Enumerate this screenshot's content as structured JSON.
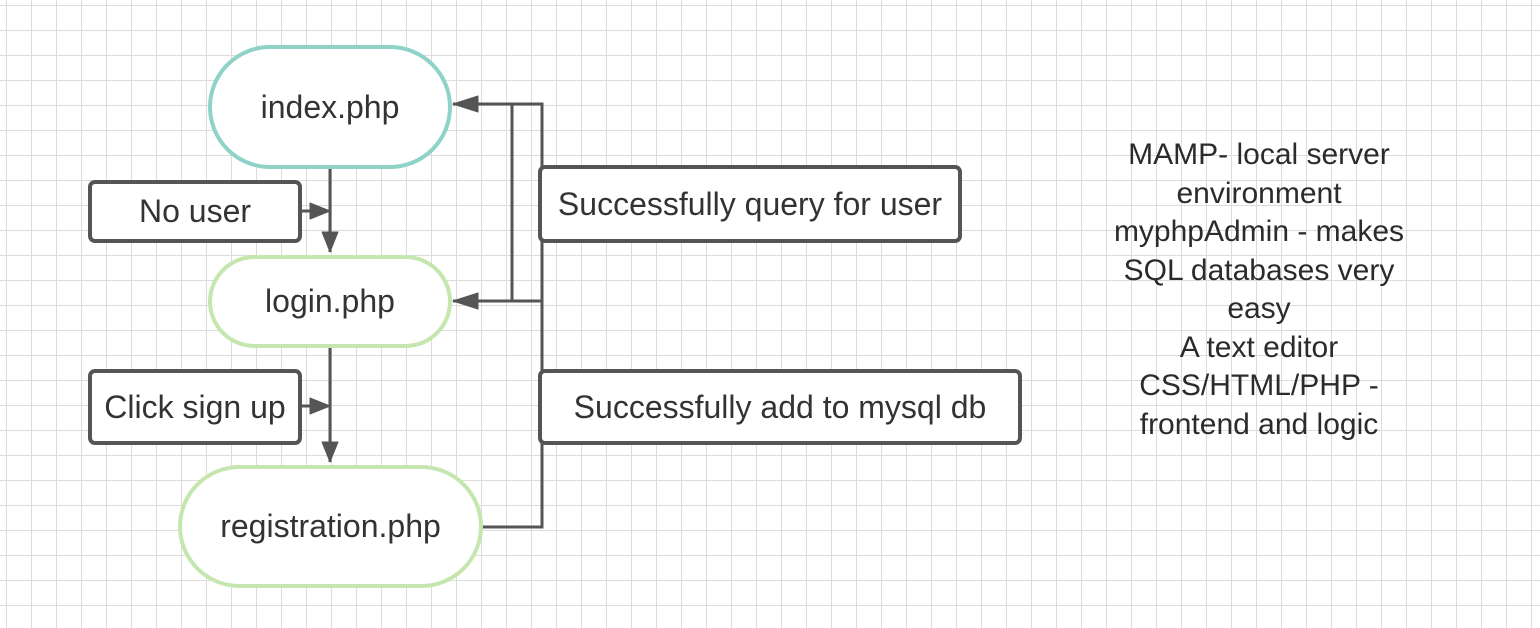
{
  "diagram": {
    "nodes": {
      "index": {
        "label": "index.php"
      },
      "login": {
        "label": "login.php"
      },
      "registration": {
        "label": "registration.php"
      }
    },
    "labels": {
      "no_user": "No user",
      "click_sign_up": "Click sign up",
      "query_success": "Successfully query for user",
      "add_success": "Successfully add to mysql db"
    },
    "notes": [
      "MAMP- local server",
      "environment",
      "myphpAdmin - makes",
      "SQL databases very",
      "easy",
      "A text editor",
      "CSS/HTML/PHP -",
      "frontend and logic"
    ],
    "colors": {
      "index_border": "#8fd2c8",
      "login_border": "#c5e6ae",
      "registration_border": "#c5e6ae",
      "connector": "#555555",
      "label_border": "#555555",
      "grid": "#dcdcdc"
    }
  }
}
